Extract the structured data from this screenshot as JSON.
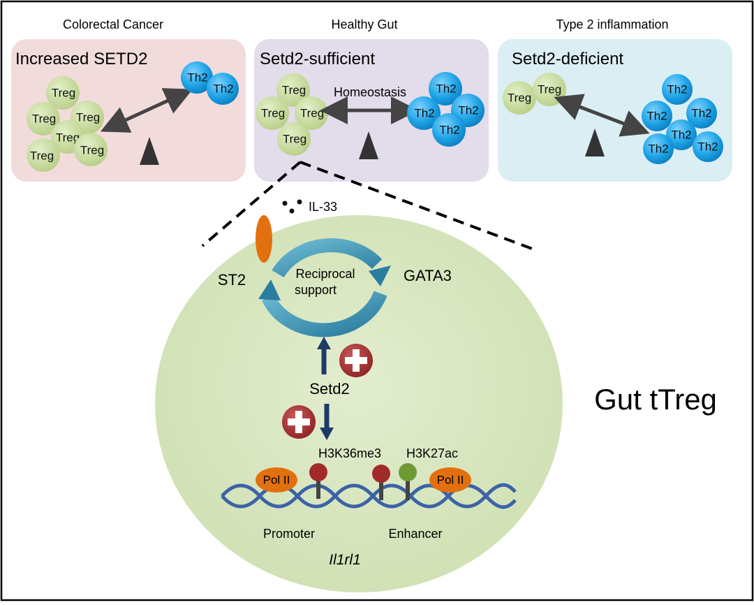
{
  "panels": [
    {
      "header": "Colorectal Cancer",
      "title": "Increased SETD2",
      "bg": "#f2dcdb"
    },
    {
      "header": "Healthy Gut",
      "title": "Setd2-sufficient",
      "balance_label": "Homeostasis",
      "bg": "#e3dcea"
    },
    {
      "header": "Type 2 inflammation",
      "title": "Setd2-deficient",
      "bg": "#dbeef4"
    }
  ],
  "cells": {
    "treg": "Treg",
    "th2": "Th2"
  },
  "mechanism": {
    "cytokine": "IL-33",
    "receptor": "ST2",
    "tf": "GATA3",
    "cycle_line1": "Reciprocal",
    "cycle_line2": "support",
    "regulator": "Setd2",
    "mark1": "H3K36me3",
    "mark2": "H3K27ac",
    "polymerase": "Pol II",
    "promoter": "Promoter",
    "enhancer": "Enhancer",
    "gene": "Il1rl1",
    "cell_type": "Gut tTreg"
  },
  "colors": {
    "treg_fill": "#c9dc9c",
    "th2_fill": "#1ea3e6",
    "nucleus_fill": "#d8e6bf",
    "cycle_arrow": "#3b93b4",
    "receptor": "#e3700f",
    "polymerase": "#e3700f",
    "dna": "#3b62a8",
    "h3k36me3": "#a32a2a",
    "h3k27ac": "#6e9a35",
    "plus_badge": "#a33232",
    "dark_arrow": "#1d3a66"
  }
}
